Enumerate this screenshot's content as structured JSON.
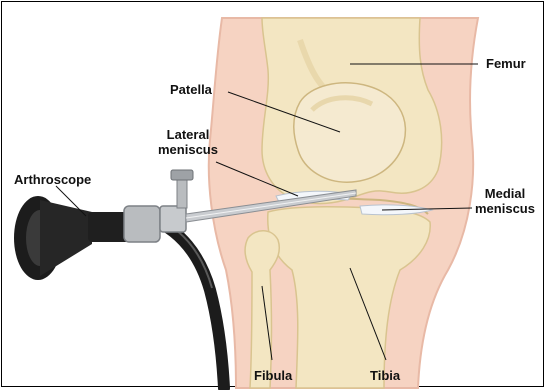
{
  "labels": {
    "femur": "Femur",
    "patella": "Patella",
    "lateral_meniscus_line1": "Lateral",
    "lateral_meniscus_line2": "meniscus",
    "arthroscope": "Arthroscope",
    "medial_meniscus_line1": "Medial",
    "medial_meniscus_line2": "meniscus",
    "fibula": "Fibula",
    "tibia": "Tibia"
  },
  "colors": {
    "bone": "#f3e6c2",
    "bone_shade": "#e2cf9c",
    "skin": "#f6d3c2",
    "skin_edge": "#e8b9a6",
    "scope_black": "#1c1c1c",
    "scope_metal": "#b9bcbf",
    "meniscus": "#f4f7fb"
  }
}
